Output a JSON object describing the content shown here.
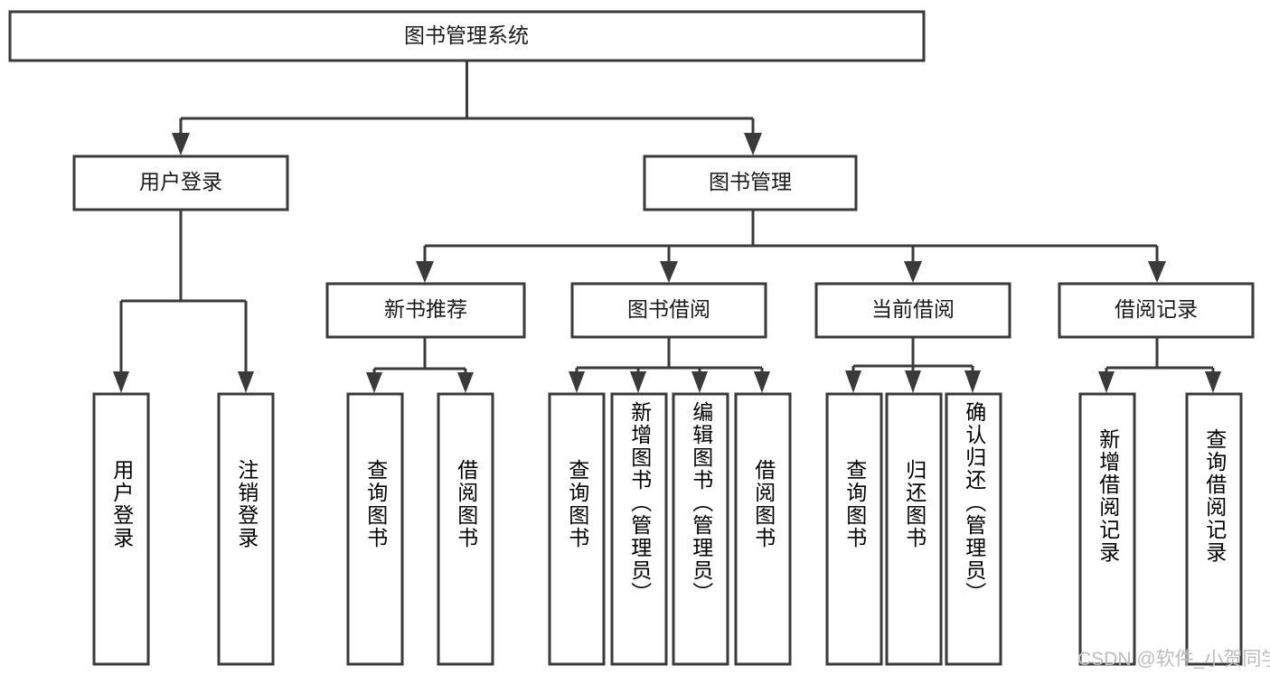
{
  "diagram": {
    "title": "图书管理系统",
    "type": "hierarchy-tree",
    "watermark": "CSDN @软件_小贺同学",
    "colors": {
      "stroke": "#3a3a3a",
      "fill": "#ffffff",
      "text": "#1a1a1a",
      "watermark": "#bdbdbd"
    },
    "levels": [
      {
        "level": 0,
        "nodes": [
          {
            "id": "root",
            "label": "图书管理系统",
            "orientation": "horizontal"
          }
        ]
      },
      {
        "level": 1,
        "nodes": [
          {
            "id": "login",
            "label": "用户登录",
            "orientation": "horizontal",
            "parent": "root"
          },
          {
            "id": "bookmgmt",
            "label": "图书管理",
            "orientation": "horizontal",
            "parent": "root"
          }
        ]
      },
      {
        "level": 2,
        "nodes": [
          {
            "id": "newbook",
            "label": "新书推荐",
            "orientation": "horizontal",
            "parent": "bookmgmt"
          },
          {
            "id": "borrow",
            "label": "图书借阅",
            "orientation": "horizontal",
            "parent": "bookmgmt"
          },
          {
            "id": "current",
            "label": "当前借阅",
            "orientation": "horizontal",
            "parent": "bookmgmt"
          },
          {
            "id": "records",
            "label": "借阅记录",
            "orientation": "horizontal",
            "parent": "bookmgmt"
          }
        ]
      },
      {
        "level": 3,
        "nodes": [
          {
            "id": "leaf-1",
            "label": "用户登录",
            "orientation": "vertical",
            "parent": "login"
          },
          {
            "id": "leaf-2",
            "label": "注销登录",
            "orientation": "vertical",
            "parent": "login"
          },
          {
            "id": "leaf-3",
            "label": "查询图书",
            "orientation": "vertical",
            "parent": "newbook"
          },
          {
            "id": "leaf-4",
            "label": "借阅图书",
            "orientation": "vertical",
            "parent": "newbook"
          },
          {
            "id": "leaf-5",
            "label": "查询图书",
            "orientation": "vertical",
            "parent": "borrow"
          },
          {
            "id": "leaf-6",
            "label": "新增图书（管理员）",
            "orientation": "vertical",
            "parent": "borrow"
          },
          {
            "id": "leaf-7",
            "label": "编辑图书（管理员）",
            "orientation": "vertical",
            "parent": "borrow"
          },
          {
            "id": "leaf-8",
            "label": "借阅图书",
            "orientation": "vertical",
            "parent": "borrow"
          },
          {
            "id": "leaf-9",
            "label": "查询图书",
            "orientation": "vertical",
            "parent": "current"
          },
          {
            "id": "leaf-10",
            "label": "归还图书",
            "orientation": "vertical",
            "parent": "current"
          },
          {
            "id": "leaf-11",
            "label": "确认归还（管理员）",
            "orientation": "vertical",
            "parent": "current"
          },
          {
            "id": "leaf-12",
            "label": "新增借阅记录",
            "orientation": "vertical",
            "parent": "records"
          },
          {
            "id": "leaf-13",
            "label": "查询借阅记录",
            "orientation": "vertical",
            "parent": "records"
          }
        ]
      }
    ]
  }
}
